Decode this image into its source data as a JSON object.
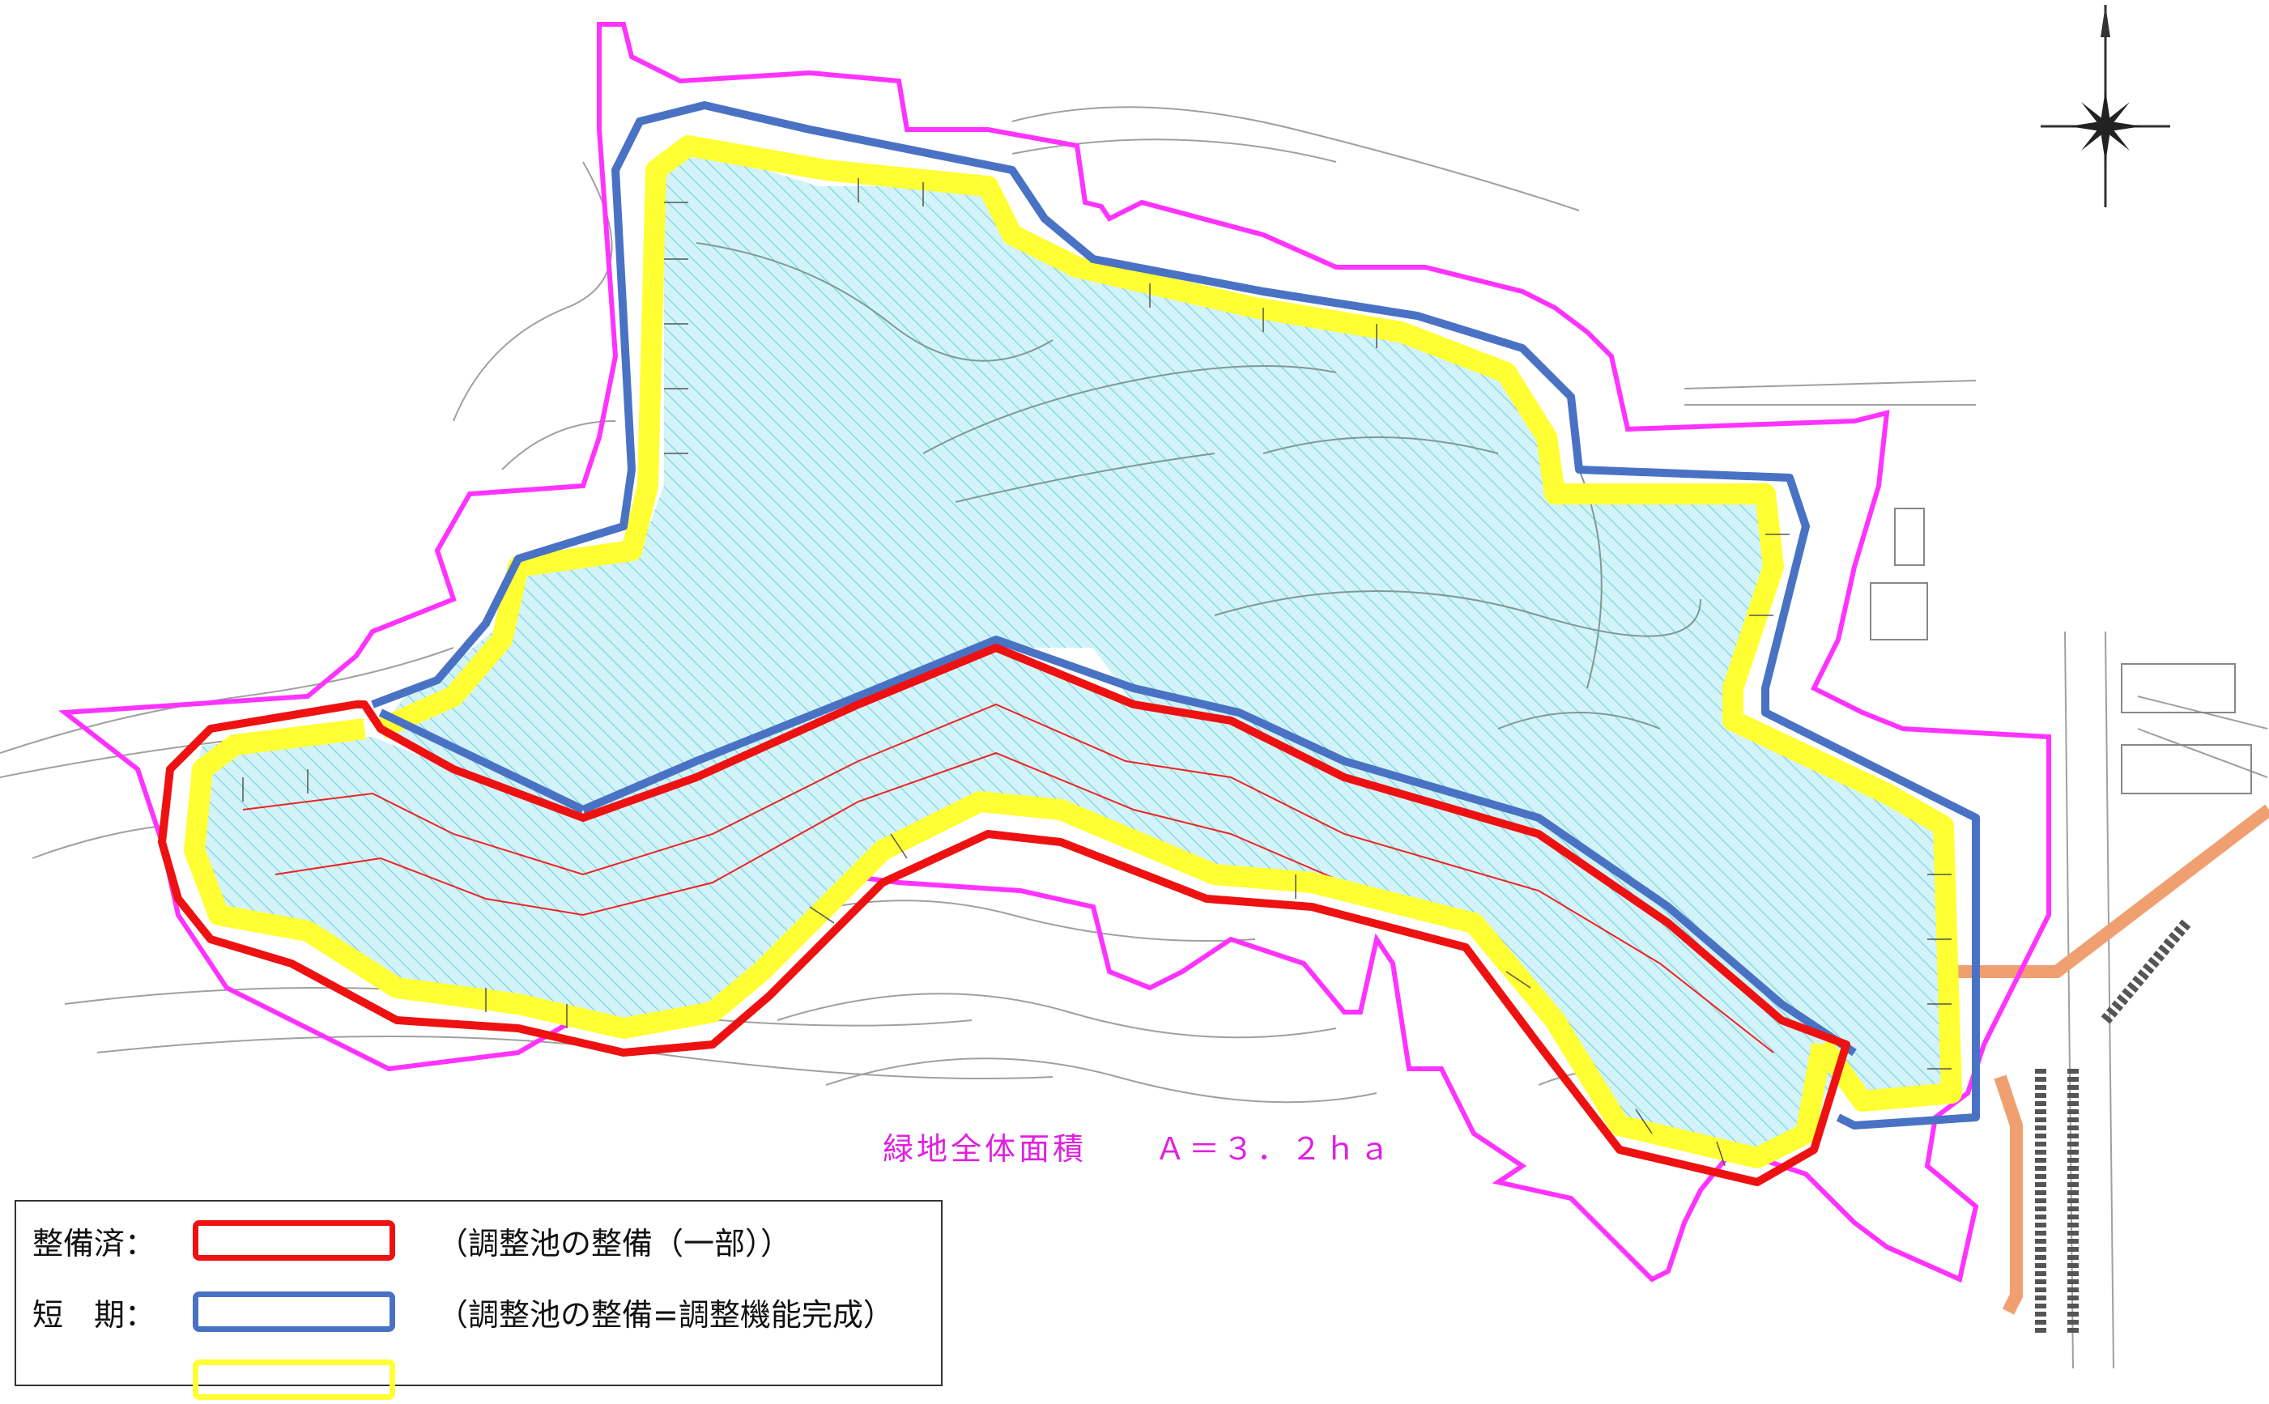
{
  "colors": {
    "boundary": "#ff33ff",
    "completed": "#ee1111",
    "short_term": "#4a72c4",
    "long_term": "#ffff33",
    "fill": "#d2f3f8",
    "hatch": "#7fd3e0",
    "topo": "#a0a0a0",
    "pipe": "#f0a070"
  },
  "map": {
    "area_label": "緑地全体面積　　Ａ＝３．２ｈａ",
    "compass_icon": "north-arrow-icon"
  },
  "legend": {
    "items": [
      {
        "label": "整備済：",
        "color": "#ee1111",
        "description": "（調整池の整備（一部））"
      },
      {
        "label": "短　期：",
        "color": "#4a72c4",
        "description": "（調整池の整備=調整機能完成）"
      },
      {
        "label": "",
        "color": "#ffff33",
        "description": ""
      }
    ]
  }
}
